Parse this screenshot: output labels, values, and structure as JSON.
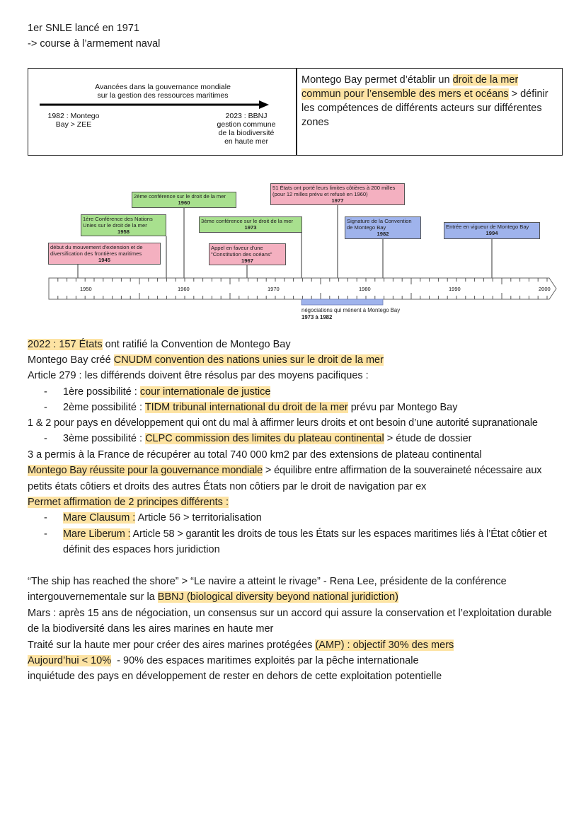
{
  "intro": {
    "line1": "1er SNLE lancé en 1971",
    "line2": "-> course à l’armement naval"
  },
  "box": {
    "diagram_title_1": "Avancées dans la gouvernance mondiale",
    "diagram_title_2": "sur la gestion des ressources maritimes",
    "left_label_1": "1982 : Montego",
    "left_label_2": "Bay > ZEE",
    "right_label_1": "2023 : BBNJ",
    "right_label_2": "gestion commune",
    "right_label_3": "de la biodiversité",
    "right_label_4": "en haute mer",
    "text_a": "Montego Bay permet d’établir un ",
    "text_hl1": "droit de la mer",
    "text_hl2": "commun pour l’ensemble des mers et océans",
    "text_b": " > définir les compétences de différents acteurs sur différentes zones"
  },
  "timeline": {
    "axis_ticks": [
      "1950",
      "1960",
      "1970",
      "1980",
      "1990",
      "2000"
    ],
    "events": [
      {
        "text": "début du mouvement d'extension et de diversification des frontières maritimes",
        "year": "1945"
      },
      {
        "text": "1ère Conférence des Nations Unies sur le droit de la mer",
        "year": "1958"
      },
      {
        "text": "2ème conférence sur le droit de la mer",
        "year": "1960"
      },
      {
        "text": "Appel en faveur d'une \"Constitution des océans\"",
        "year": "1967"
      },
      {
        "text": "3ème conférence sur le droit de la mer",
        "year": "1973"
      },
      {
        "text": "51 États ont porté leurs limites côtières à 200 milles (pour 12 milles prévu et refusé en 1960)",
        "year": "1977"
      },
      {
        "text": "Signature de la Convention de Montego Bay",
        "year": "1982"
      },
      {
        "text": "Entrée en vigueur de Montego Bay",
        "year": "1994"
      }
    ],
    "span_label": "négociations qui mènent à Montego Bay",
    "span_years": "1973 à 1982"
  },
  "body": {
    "l1_hl": "2022 : 157 États",
    "l1_rest": " ont ratifié la Convention de Montego Bay",
    "l2_a": "Montego Bay créé ",
    "l2_hl": "CNUDM convention des nations unies sur le droit de la mer",
    "l3": "Article 279 : les différends doivent être résolus par des moyens pacifiques :",
    "dash": "-",
    "l4_a": "1ère possibilité : ",
    "l4_hl": "cour internationale de justice",
    "l5_a": "2ème possibilité : ",
    "l5_hl": "TIDM tribunal international du droit de la mer",
    "l5_b": " prévu par Montego Bay",
    "l6": "1 & 2 pour pays en développement qui ont du mal à affirmer leurs droits et ont besoin d’une autorité supranationale",
    "l7_a": "3ème possibilité : ",
    "l7_hl": "CLPC commission des limites du plateau continental",
    "l7_b": " > étude de dossier",
    "l8": "3 a permis à la France de récupérer au total 740 000 km2 par des extensions de plateau continental",
    "l9_hl": "Montego Bay réussite pour la gouvernance mondiale",
    "l9_b": " > équilibre entre affirmation de la souveraineté nécessaire aux",
    "l10": "petits états côtiers et droits des autres États non côtiers par le droit de navigation par ex",
    "l11_hl": "Permet affirmation de 2 principes différents :",
    "l12_hl": "Mare Clausum :",
    "l12_b": " Article 56 > territorialisation",
    "l13_hl": "Mare Liberum :",
    "l13_b": " Article 58 > garantit les droits de tous les États sur les espaces maritimes liés à l’État côtier et",
    "l14": "définit des espaces hors juridiction",
    "l15": "“The ship has reached the shore” > “Le navire a atteint le rivage” - Rena Lee, présidente de la conférence",
    "l16_a": "intergouvernementale sur la ",
    "l16_hl": "BBNJ (biological diversity beyond national juridiction)",
    "l17": "Mars : après 15 ans de négociation, un consensus sur un accord qui assure la conservation et l’exploitation durable",
    "l18": "de la biodiversité dans les aires marines en haute mer",
    "l19_a": "Traité sur la haute mer pour créer des aires marines protégées ",
    "l19_hl": "(AMP) : objectif 30% des mers",
    "l20_hl": "Aujourd’hui < 10%",
    "l20_b": "  - 90% des espaces maritimes exploités par la pêche internationale",
    "l21": "inquiétude des pays en développement de rester en dehors de cette exploitation potentielle"
  }
}
